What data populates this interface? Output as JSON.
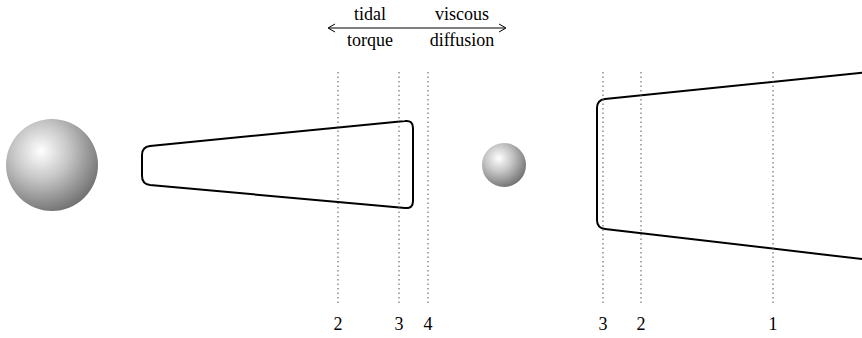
{
  "diagram": {
    "labels": [
      "tidal torque",
      "viscous diffusion",
      "2",
      "3",
      "4",
      "3",
      "2",
      "1"
    ]
  }
}
